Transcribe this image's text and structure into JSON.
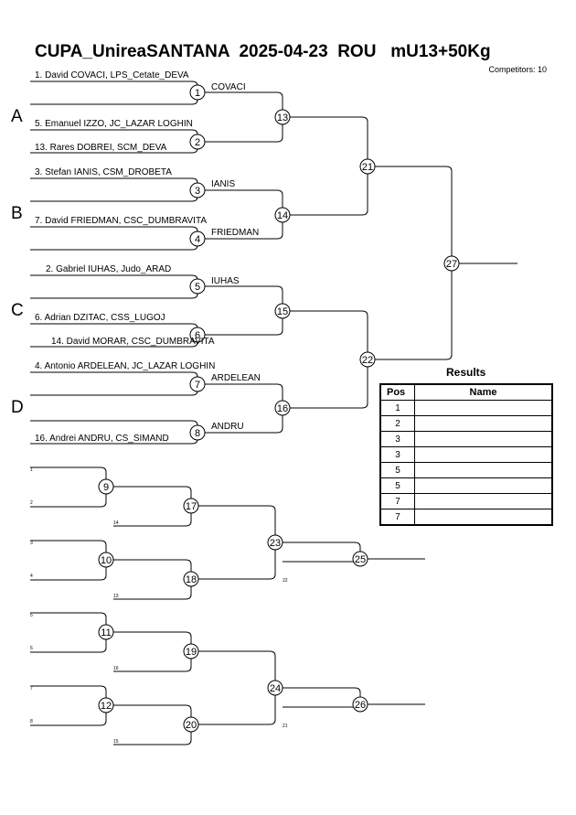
{
  "header": {
    "title": "CUPA_UnireaSANTANA  2025-04-23  ROU   mU13+50Kg",
    "competitors": "Competitors: 10"
  },
  "pools": [
    "A",
    "B",
    "C",
    "D"
  ],
  "entries": [
    "1. David COVACI, LPS_Cetate_DEVA",
    "5. Emanuel IZZO, JC_LAZAR LOGHIN",
    "13. Rares DOBREI, SCM_DEVA",
    "3. Stefan IANIS, CSM_DROBETA",
    "7. David FRIEDMAN, CSC_DUMBRAVITA",
    "2. Gabriel IUHAS, Judo_ARAD",
    "6. Adrian DZITAC, CSS_LUGOJ",
    "14. David MORAR, CSC_DUMBRAVITA",
    "4. Antonio ARDELEAN, JC_LAZAR LOGHIN",
    "16. Andrei ANDRU, CS_SIMAND"
  ],
  "winners": [
    "COVACI",
    "IANIS",
    "FRIEDMAN",
    "IUHAS",
    "ARDELEAN",
    "ANDRU"
  ],
  "main_matches": [
    "1",
    "2",
    "3",
    "4",
    "5",
    "6",
    "7",
    "8",
    "13",
    "14",
    "15",
    "16",
    "21",
    "22",
    "27"
  ],
  "repechage_matches": [
    "9",
    "10",
    "11",
    "12",
    "17",
    "18",
    "19",
    "20",
    "23",
    "24",
    "25",
    "26"
  ],
  "repechage_slots": [
    "1",
    "2",
    "3",
    "4",
    "5",
    "6",
    "7",
    "8"
  ],
  "repechage_feeds": [
    "14",
    "13",
    "16",
    "15",
    "22",
    "21"
  ],
  "results": {
    "title": "Results",
    "headers": {
      "pos": "Pos",
      "name": "Name"
    },
    "rows": [
      {
        "pos": "1",
        "name": ""
      },
      {
        "pos": "2",
        "name": ""
      },
      {
        "pos": "3",
        "name": ""
      },
      {
        "pos": "3",
        "name": ""
      },
      {
        "pos": "5",
        "name": ""
      },
      {
        "pos": "5",
        "name": ""
      },
      {
        "pos": "7",
        "name": ""
      },
      {
        "pos": "7",
        "name": ""
      }
    ]
  }
}
